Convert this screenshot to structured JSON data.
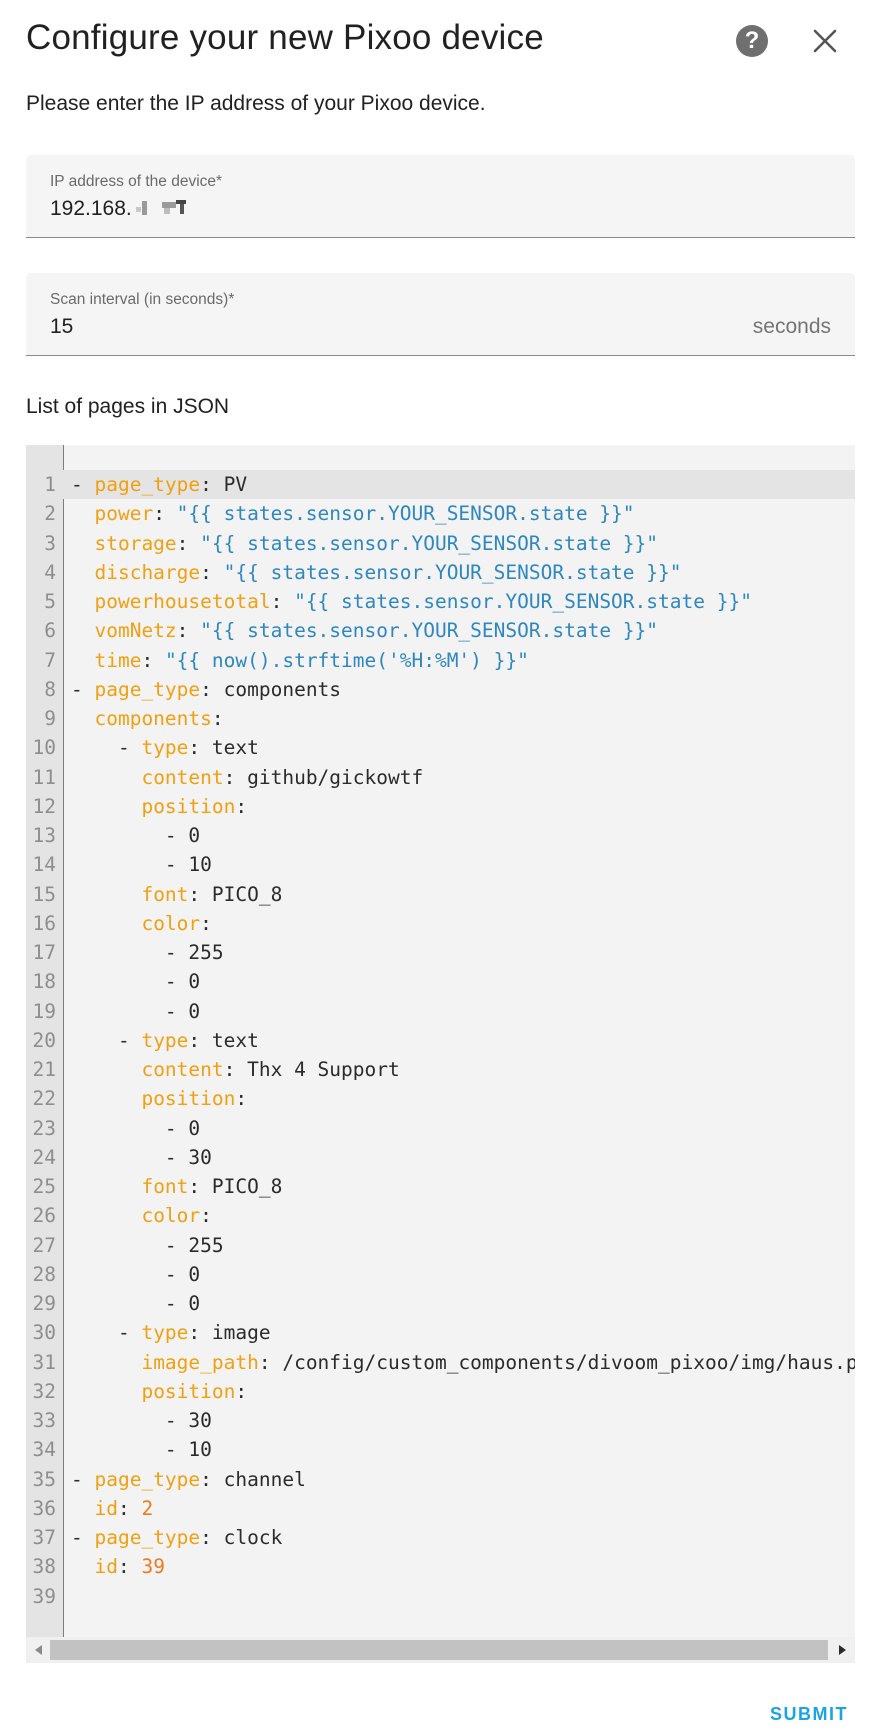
{
  "dialog": {
    "title": "Configure your new Pixoo device",
    "description": "Please enter the IP address of your Pixoo device.",
    "help_icon": "help-circle-icon",
    "close_icon": "close-icon"
  },
  "fields": {
    "ip": {
      "label": "IP address of the device*",
      "value": "192.168."
    },
    "scan_interval": {
      "label": "Scan interval (in seconds)*",
      "value": "15",
      "suffix": "seconds"
    }
  },
  "pages_section": {
    "label": "List of pages in JSON"
  },
  "code": {
    "lines": [
      [
        [
          "p",
          "- "
        ],
        [
          "k",
          "page_type"
        ],
        [
          "p",
          ": PV"
        ]
      ],
      [
        [
          "p",
          "  "
        ],
        [
          "k",
          "power"
        ],
        [
          "p",
          ": "
        ],
        [
          "s",
          "\"{{ states.sensor.YOUR_SENSOR.state }}\""
        ]
      ],
      [
        [
          "p",
          "  "
        ],
        [
          "k",
          "storage"
        ],
        [
          "p",
          ": "
        ],
        [
          "s",
          "\"{{ states.sensor.YOUR_SENSOR.state }}\""
        ]
      ],
      [
        [
          "p",
          "  "
        ],
        [
          "k",
          "discharge"
        ],
        [
          "p",
          ": "
        ],
        [
          "s",
          "\"{{ states.sensor.YOUR_SENSOR.state }}\""
        ]
      ],
      [
        [
          "p",
          "  "
        ],
        [
          "k",
          "powerhousetotal"
        ],
        [
          "p",
          ": "
        ],
        [
          "s",
          "\"{{ states.sensor.YOUR_SENSOR.state }}\""
        ]
      ],
      [
        [
          "p",
          "  "
        ],
        [
          "k",
          "vomNetz"
        ],
        [
          "p",
          ": "
        ],
        [
          "s",
          "\"{{ states.sensor.YOUR_SENSOR.state }}\""
        ]
      ],
      [
        [
          "p",
          "  "
        ],
        [
          "k",
          "time"
        ],
        [
          "p",
          ": "
        ],
        [
          "s",
          "\"{{ now().strftime('%H:%M') }}\""
        ]
      ],
      [
        [
          "p",
          "- "
        ],
        [
          "k",
          "page_type"
        ],
        [
          "p",
          ": components"
        ]
      ],
      [
        [
          "p",
          "  "
        ],
        [
          "k",
          "components"
        ],
        [
          "p",
          ":"
        ]
      ],
      [
        [
          "p",
          "    - "
        ],
        [
          "k",
          "type"
        ],
        [
          "p",
          ": text"
        ]
      ],
      [
        [
          "p",
          "      "
        ],
        [
          "k",
          "content"
        ],
        [
          "p",
          ": github/gickowtf"
        ]
      ],
      [
        [
          "p",
          "      "
        ],
        [
          "k",
          "position"
        ],
        [
          "p",
          ":"
        ]
      ],
      [
        [
          "p",
          "        - 0"
        ]
      ],
      [
        [
          "p",
          "        - 10"
        ]
      ],
      [
        [
          "p",
          "      "
        ],
        [
          "k",
          "font"
        ],
        [
          "p",
          ": PICO_8"
        ]
      ],
      [
        [
          "p",
          "      "
        ],
        [
          "k",
          "color"
        ],
        [
          "p",
          ":"
        ]
      ],
      [
        [
          "p",
          "        - 255"
        ]
      ],
      [
        [
          "p",
          "        - 0"
        ]
      ],
      [
        [
          "p",
          "        - 0"
        ]
      ],
      [
        [
          "p",
          "    - "
        ],
        [
          "k",
          "type"
        ],
        [
          "p",
          ": text"
        ]
      ],
      [
        [
          "p",
          "      "
        ],
        [
          "k",
          "content"
        ],
        [
          "p",
          ": Thx 4 Support"
        ]
      ],
      [
        [
          "p",
          "      "
        ],
        [
          "k",
          "position"
        ],
        [
          "p",
          ":"
        ]
      ],
      [
        [
          "p",
          "        - 0"
        ]
      ],
      [
        [
          "p",
          "        - 30"
        ]
      ],
      [
        [
          "p",
          "      "
        ],
        [
          "k",
          "font"
        ],
        [
          "p",
          ": PICO_8"
        ]
      ],
      [
        [
          "p",
          "      "
        ],
        [
          "k",
          "color"
        ],
        [
          "p",
          ":"
        ]
      ],
      [
        [
          "p",
          "        - 255"
        ]
      ],
      [
        [
          "p",
          "        - 0"
        ]
      ],
      [
        [
          "p",
          "        - 0"
        ]
      ],
      [
        [
          "p",
          "    - "
        ],
        [
          "k",
          "type"
        ],
        [
          "p",
          ": image"
        ]
      ],
      [
        [
          "p",
          "      "
        ],
        [
          "k",
          "image_path"
        ],
        [
          "p",
          ": /config/custom_components/divoom_pixoo/img/haus.p"
        ]
      ],
      [
        [
          "p",
          "      "
        ],
        [
          "k",
          "position"
        ],
        [
          "p",
          ":"
        ]
      ],
      [
        [
          "p",
          "        - 30"
        ]
      ],
      [
        [
          "p",
          "        - 10"
        ]
      ],
      [
        [
          "p",
          "- "
        ],
        [
          "k",
          "page_type"
        ],
        [
          "p",
          ": channel"
        ]
      ],
      [
        [
          "p",
          "  "
        ],
        [
          "k",
          "id"
        ],
        [
          "p",
          ": "
        ],
        [
          "n",
          "2"
        ]
      ],
      [
        [
          "p",
          "- "
        ],
        [
          "k",
          "page_type"
        ],
        [
          "p",
          ": clock"
        ]
      ],
      [
        [
          "p",
          "  "
        ],
        [
          "k",
          "id"
        ],
        [
          "p",
          ": "
        ],
        [
          "n",
          "39"
        ]
      ],
      []
    ],
    "active_line": 1
  },
  "actions": {
    "submit_label": "SUBMIT"
  },
  "colors": {
    "accent": "#1ca4e0",
    "key": "#f0a011",
    "string": "#2f87c0",
    "number": "#f0791d"
  }
}
